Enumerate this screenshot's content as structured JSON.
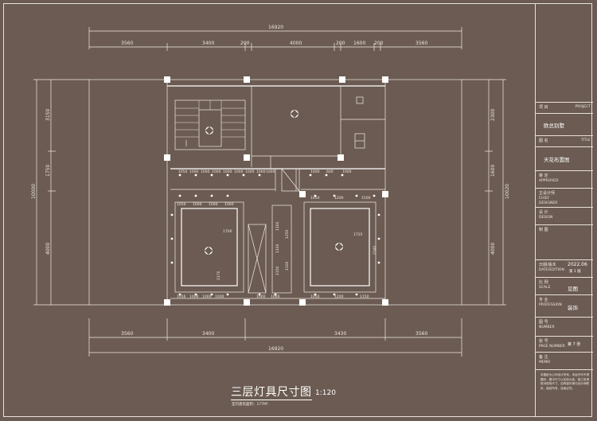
{
  "drawing": {
    "title": "三层灯具尺寸图",
    "scale": "1:120",
    "area_note": "室内建筑面积：177M²",
    "dims_top_total": "16920",
    "dims_top": [
      "3560",
      "3400",
      "200",
      "4000",
      "200",
      "1600",
      "200",
      "3560"
    ],
    "dims_bottom": [
      "3560",
      "3400",
      "3430",
      "3560"
    ],
    "dims_bottom_total": "16920",
    "dims_left": [
      "3150",
      "1750",
      "4000"
    ],
    "dims_left_total": "10000",
    "dims_right": [
      "2300",
      "1600",
      "4000"
    ],
    "dims_right_total": "10020",
    "row_top_left": [
      "1050",
      "1000",
      "1000",
      "1000",
      "1000",
      "1000",
      "1000",
      "1000",
      "1000"
    ],
    "row_top_right": [
      "1000",
      "600",
      "1000"
    ],
    "row_mid_left": [
      "1050",
      "1000",
      "1000",
      "1000"
    ],
    "row_mid_right": [
      "1050",
      "1200",
      "1500"
    ],
    "row_bottom_left": [
      "1050",
      "1000",
      "1000",
      "1000",
      "1000",
      "1000"
    ],
    "row_bottom_right": [
      "1050",
      "1200",
      "1150"
    ],
    "lamp_labels": [
      "1700",
      "2170",
      "1725",
      "2340",
      "1100",
      "1100",
      "1150",
      "1250",
      "1100"
    ]
  },
  "titleblock": {
    "project_label": "项 目",
    "project_label_en": "PROJECT",
    "project_value": "欧总别墅",
    "title_label": "图 名",
    "title_label_en": "TITLE",
    "title_value": "天花布置图",
    "approved_label": "审 定",
    "approved_label_en": "APPROVED",
    "chief_label": "主设计师",
    "chief_label_en": "CHIEF DESIGNER",
    "design_label": "设 计",
    "design_label_en": "DESIGN",
    "draw_label": "制 图",
    "date_label": "日期/版本",
    "date_label_en": "DATE/EDITION",
    "date_value": "2022.06",
    "edition_value": "第 1 版",
    "scale_label": "比 例",
    "scale_label_en": "SCALE",
    "scale_value": "见图",
    "profession_label": "专 业",
    "profession_label_en": "PROFESSION",
    "profession_value": "装饰",
    "number_label": "图 号",
    "number_label_en": "NUMBER",
    "page_label": "张 号",
    "page_label_en": "PAGE NUMBER",
    "page_value": "第 7 张",
    "memo_label": "备 注",
    "memo_label_en": "MEMO",
    "memo_text": "本图纸为公司设计所有，未经许可不得翻印，图中尺寸以实际为准，施工前请核对现场尺寸，如有疑问请与设计师联系，版权所有，违者必究。"
  }
}
